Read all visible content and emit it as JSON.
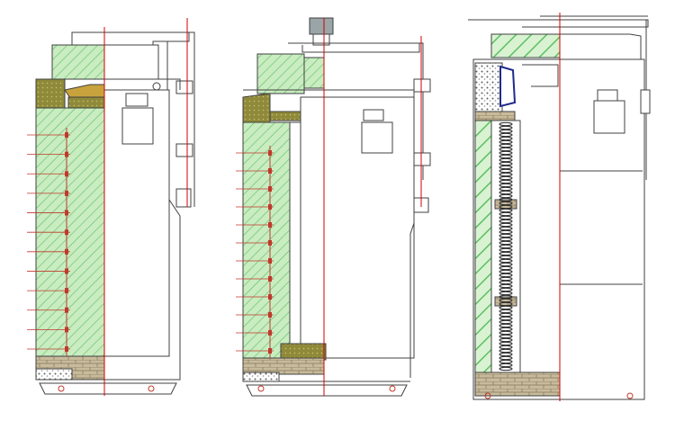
{
  "diagram": {
    "kind": "furnace-cross-sections",
    "views": [
      {
        "id": "view-1",
        "lining": "refractory-brick-with-anchors",
        "heater_rows": 12
      },
      {
        "id": "view-2",
        "lining": "refractory-brick-with-anchors",
        "heater_rows": 12,
        "has_motor": true
      },
      {
        "id": "view-3",
        "lining": "ceramic-fiber-module",
        "heater_rows": 0
      }
    ],
    "colors": {
      "line": "#404040",
      "centerline": "#d40000",
      "insulation": "#c9ecc1",
      "insulation_hatch": "#5cbf62",
      "brick": "#c8bb9c",
      "brick_line": "#8a7d60",
      "heater": "#c0392b",
      "motor": "#9aa5a8",
      "olive": "#8f8a3a"
    }
  }
}
